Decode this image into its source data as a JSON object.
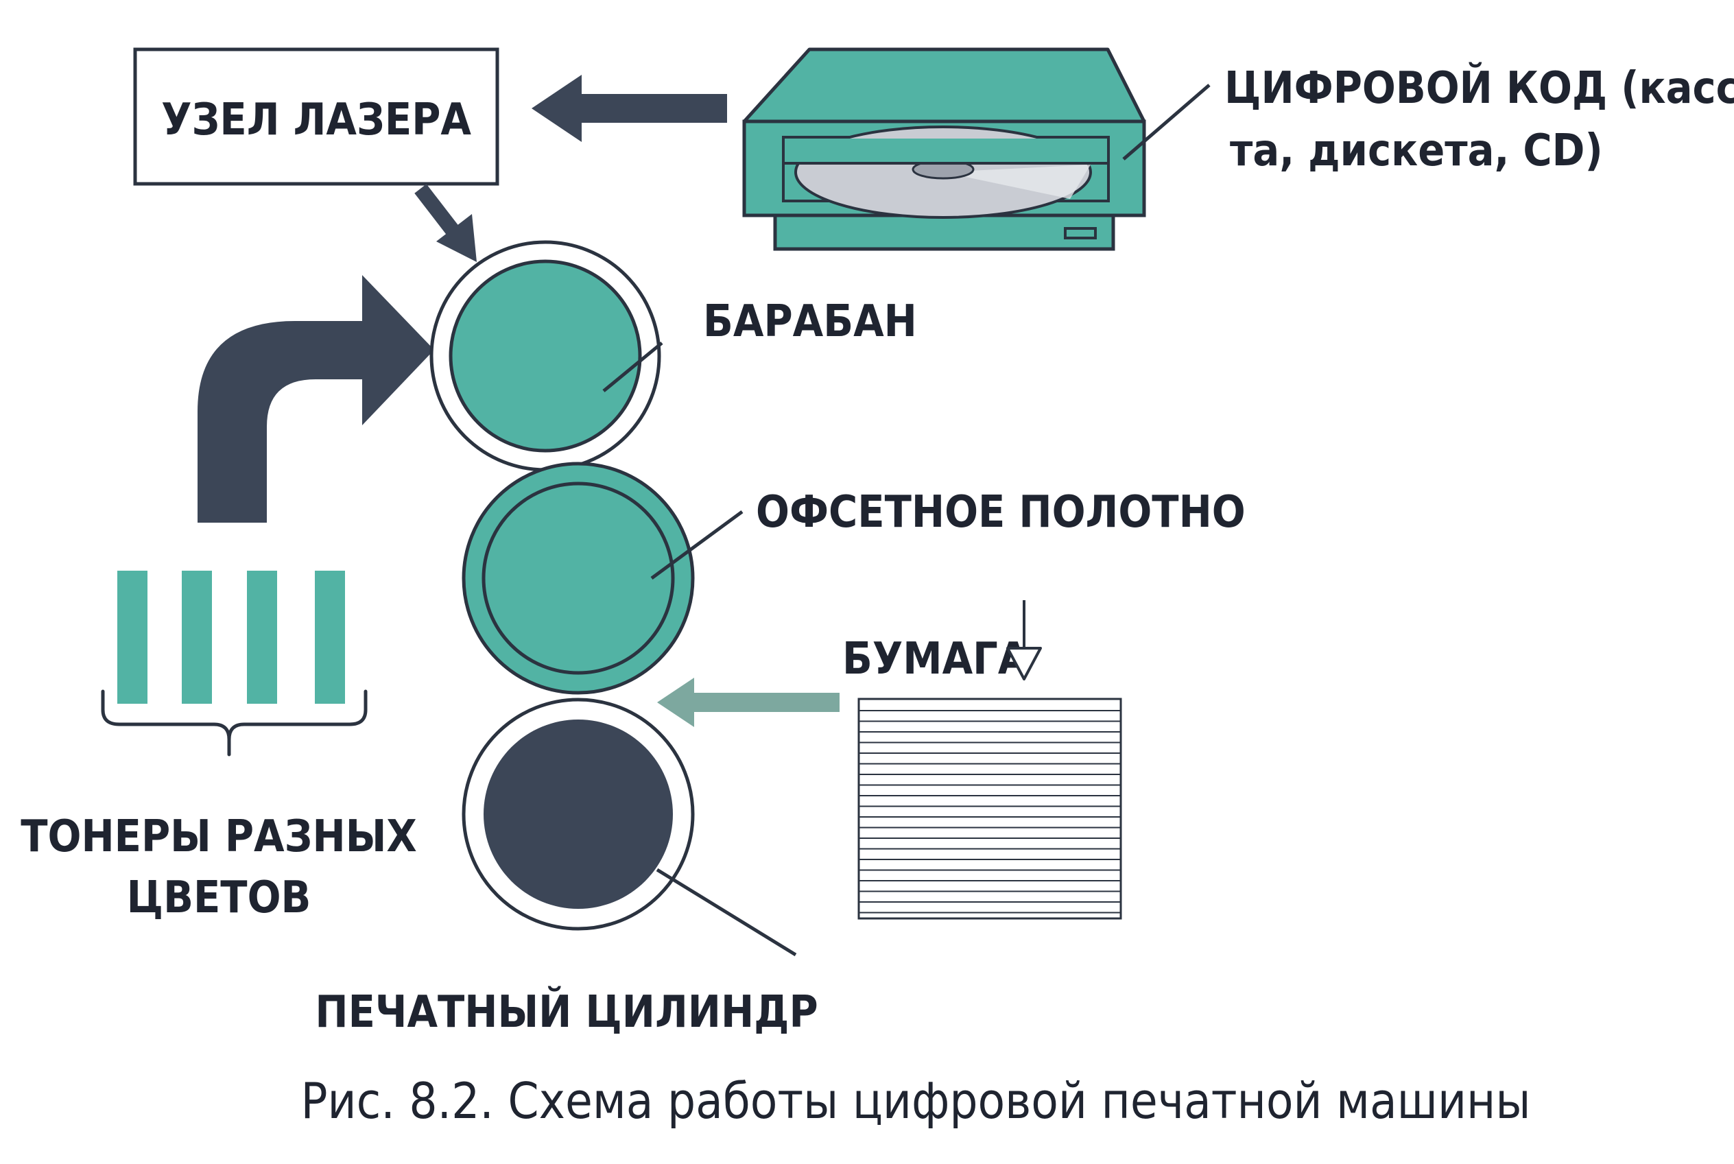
{
  "labels": {
    "laser_unit": "УЗЕЛ ЛАЗЕРА",
    "digital_code_line1": "ЦИФРОВОЙ КОД (кассе-",
    "digital_code_line2": "та, дискета, CD)",
    "drum": "БАРАБАН",
    "offset_blanket": "ОФСЕТНОЕ ПОЛОТНО",
    "paper": "БУМАГА",
    "toners_line1": "ТОНЕРЫ РАЗНЫХ",
    "toners_line2": "ЦВЕТОВ",
    "print_cylinder": "ПЕЧАТНЫЙ ЦИЛИНДР"
  },
  "caption": "Рис. 8.2. Схема работы цифровой печатной машины",
  "colors": {
    "teal": "#52b3a4",
    "dark": "#3c4657",
    "paper_arrow": "#7da89f",
    "outline": "#2b3340"
  }
}
